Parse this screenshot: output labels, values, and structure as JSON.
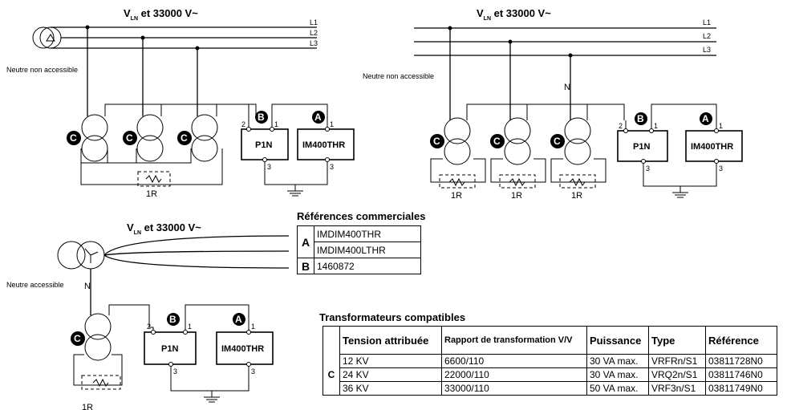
{
  "diagrams": [
    {
      "title_main": "V",
      "title_sub": "LN",
      "title_rest": " et 33000 V~",
      "phase_labels": [
        "L1",
        "L2",
        "L3"
      ],
      "neutral_note": "Neutre non accessible",
      "neutral_label": "",
      "resistor_label": "1R",
      "p1n_label": "P1N",
      "meter_label": "IM400THR",
      "badges": {
        "a": "A",
        "b": "B",
        "c": "C"
      },
      "terminals": {
        "t1": "1",
        "t2": "2",
        "t3": "3"
      }
    },
    {
      "title_main": "V",
      "title_sub": "LN",
      "title_rest": " et 33000 V~",
      "phase_labels": [
        "L1",
        "L2",
        "L3"
      ],
      "neutral_note": "Neutre non accessible",
      "neutral_label": "N",
      "resistor_label": "1R",
      "p1n_label": "P1N",
      "meter_label": "IM400THR",
      "badges": {
        "a": "A",
        "b": "B",
        "c": "C"
      },
      "terminals": {
        "t1": "1",
        "t2": "2",
        "t3": "3"
      }
    },
    {
      "title_main": "V",
      "title_sub": "LN",
      "title_rest": " et 33000 V~",
      "neutral_note": "Neutre accessible",
      "neutral_label": "N",
      "resistor_label": "1R",
      "p1n_label": "P1N",
      "meter_label": "IM400THR",
      "badges": {
        "a": "A",
        "b": "B",
        "c": "C"
      },
      "terminals": {
        "t1": "1",
        "t2": "2",
        "t3": "3"
      }
    }
  ],
  "references": {
    "title": "Références commerciales",
    "rows": [
      {
        "key": "A",
        "values": [
          "IMDIM400THR",
          "IMDIM400LTHR"
        ]
      },
      {
        "key": "B",
        "values": [
          "1460872"
        ]
      }
    ]
  },
  "transformers": {
    "title": "Transformateurs compatibles",
    "key": "C",
    "headers": [
      "Tension attribuée",
      "Rapport de transformation V/V",
      "Puissance",
      "Type",
      "Référence"
    ],
    "rows": [
      [
        "12 KV",
        "6600/110",
        "30 VA max.",
        "VRFRn/S1",
        "03811728N0"
      ],
      [
        "24 KV",
        "22000/110",
        "30 VA max.",
        "VRQ2n/S1",
        "03811746N0"
      ],
      [
        "36 KV",
        "33000/110",
        "50 VA max.",
        "VRF3n/S1",
        "03811749N0"
      ]
    ]
  }
}
